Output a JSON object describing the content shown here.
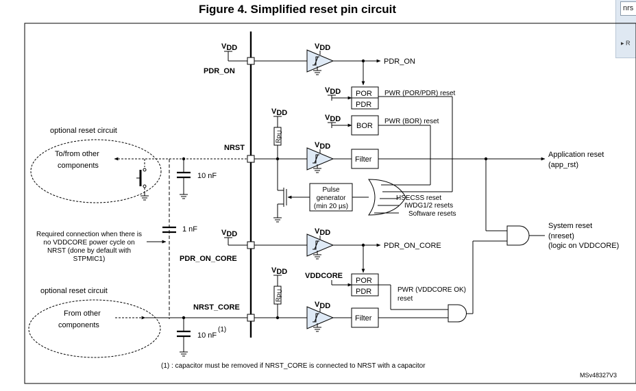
{
  "title": "Figure 4. Simplified reset pin circuit",
  "search": {
    "value": "nrs"
  },
  "side_item": "R",
  "labels": {
    "vdd": "V",
    "vdd_sub": "DD",
    "pdr_on_pin": "PDR_ON",
    "pdr_on_out": "PDR_ON",
    "nrst_pin": "NRST",
    "pdr_on_core_pin": "PDR_ON_CORE",
    "pdr_on_core_out": "PDR_ON_CORE",
    "nrst_core_pin": "NRST_CORE",
    "vddcore": "VDDCORE",
    "por": "POR",
    "pdr": "PDR",
    "bor": "BOR",
    "filter": "Filter",
    "pulse_1": "Pulse",
    "pulse_2": "generator",
    "pulse_3": "(min 20 µs)",
    "rpu": "R",
    "rpu_sub": "PU",
    "pwr_por": "PWR (POR/PDR) reset",
    "pwr_bor": "PWR (BOR) reset",
    "hsecss": "HSECSS reset",
    "iwdg": "IWDG1/2 resets",
    "sw": "Software resets",
    "app_1": "Application reset",
    "app_2": "(app_rst)",
    "sys_1": "System reset",
    "sys_2": "(nreset)",
    "sys_3": "(logic on VDDCORE)",
    "pwr_core_1": "PWR (VDDCORE OK)",
    "pwr_core_2": "reset",
    "opt_1": "optional reset circuit",
    "tofrom_1": "To/from other",
    "tofrom_2": "components",
    "opt_2": "optional reset circuit",
    "from_1": "From other",
    "from_2": "components",
    "cap_10nf": "10 nF",
    "cap_1nf": "1 nF",
    "cap_10nf_b": "10 nF",
    "footnote_mark": "(1)",
    "req_1": "Required connection when there is",
    "req_2": "no VDDCORE power cycle on",
    "req_3": "NRST (done by default with",
    "req_4": "STPMIC1)",
    "footnote": "(1) : capacitor must be removed if NRST_CORE is connected to NRST with a capacitor",
    "ref": "MSv48327V3"
  },
  "colors": {
    "buffer_fill": "#dfeaf6",
    "line": "#000000",
    "panel": "#dfe8f2"
  }
}
